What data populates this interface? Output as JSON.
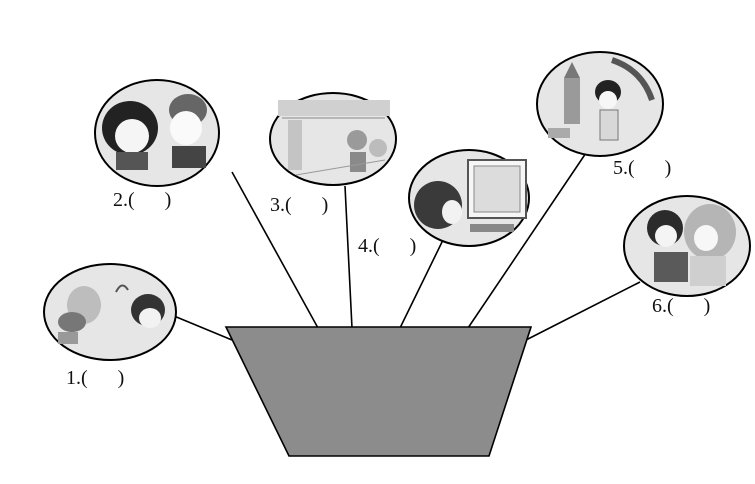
{
  "labels": {
    "item1": "1.(      )",
    "item2": "2.(      )",
    "item3": "3.(      )",
    "item4": "4.(      )",
    "item5": "5.(      )",
    "item6": "6.(      )"
  },
  "pictures": [
    {
      "id": 1,
      "scene": "two children playing and waving"
    },
    {
      "id": 2,
      "scene": "girl and boy talking"
    },
    {
      "id": 3,
      "scene": "children walking in a school hallway"
    },
    {
      "id": 4,
      "scene": "boy using a computer"
    },
    {
      "id": 5,
      "scene": "girl on the phone near a building"
    },
    {
      "id": 6,
      "scene": "girl hugging her mother"
    }
  ],
  "colors": {
    "basket": "#8c8c8c",
    "stroke": "#000000",
    "picture_bg": "#e6e6e6"
  }
}
